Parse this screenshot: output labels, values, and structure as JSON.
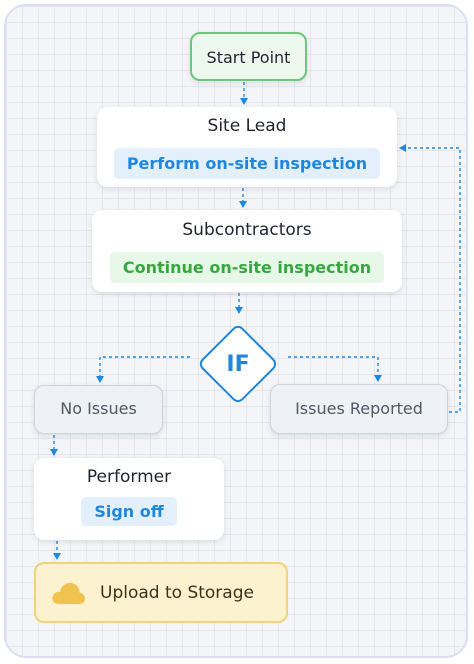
{
  "diagram": {
    "start": {
      "label": "Start Point"
    },
    "site_lead": {
      "title": "Site Lead",
      "task": "Perform on-site inspection"
    },
    "subcontractors": {
      "title": "Subcontractors",
      "task": "Continue on-site inspection"
    },
    "decision": {
      "label": "IF"
    },
    "no_issues": {
      "label": "No Issues"
    },
    "issues_reported": {
      "label": "Issues Reported"
    },
    "performer": {
      "title": "Performer",
      "task": "Sign off"
    },
    "upload": {
      "label": "Upload to Storage",
      "icon": "cloud-icon"
    }
  },
  "colors": {
    "accent_blue": "#1f87e0",
    "accent_green": "#36a83f",
    "start_border": "#6ec67b",
    "upload_fill": "#fdf2cf",
    "connector": "#1f87e0"
  }
}
